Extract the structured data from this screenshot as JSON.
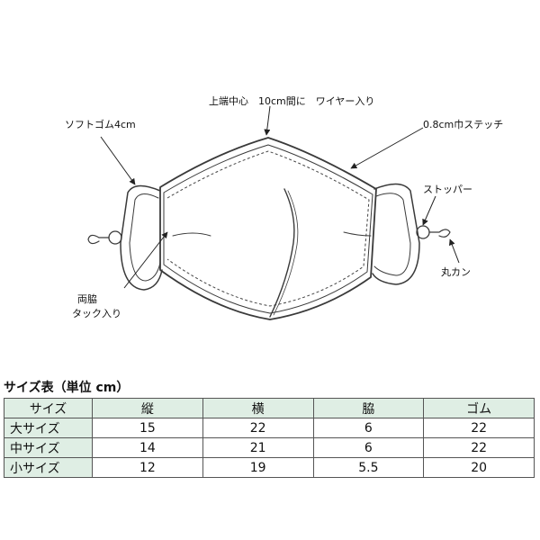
{
  "labels": {
    "top_center": "上端中心　10cm間に　ワイヤー入り",
    "soft_elastic": "ソフトゴム4cm",
    "stitch": "0.8cm巾ステッチ",
    "stopper": "ストッパー",
    "round_ring": "丸カン",
    "side_tuck_line1": "両脇",
    "side_tuck_line2": "タック入り"
  },
  "table": {
    "title": "サイズ表（単位 cm）",
    "headers": [
      "サイズ",
      "縦",
      "横",
      "脇",
      "ゴム"
    ],
    "rows": [
      [
        "大サイズ",
        "15",
        "22",
        "6",
        "22"
      ],
      [
        "中サイズ",
        "14",
        "21",
        "6",
        "22"
      ],
      [
        "小サイズ",
        "12",
        "19",
        "5.5",
        "20"
      ]
    ]
  }
}
